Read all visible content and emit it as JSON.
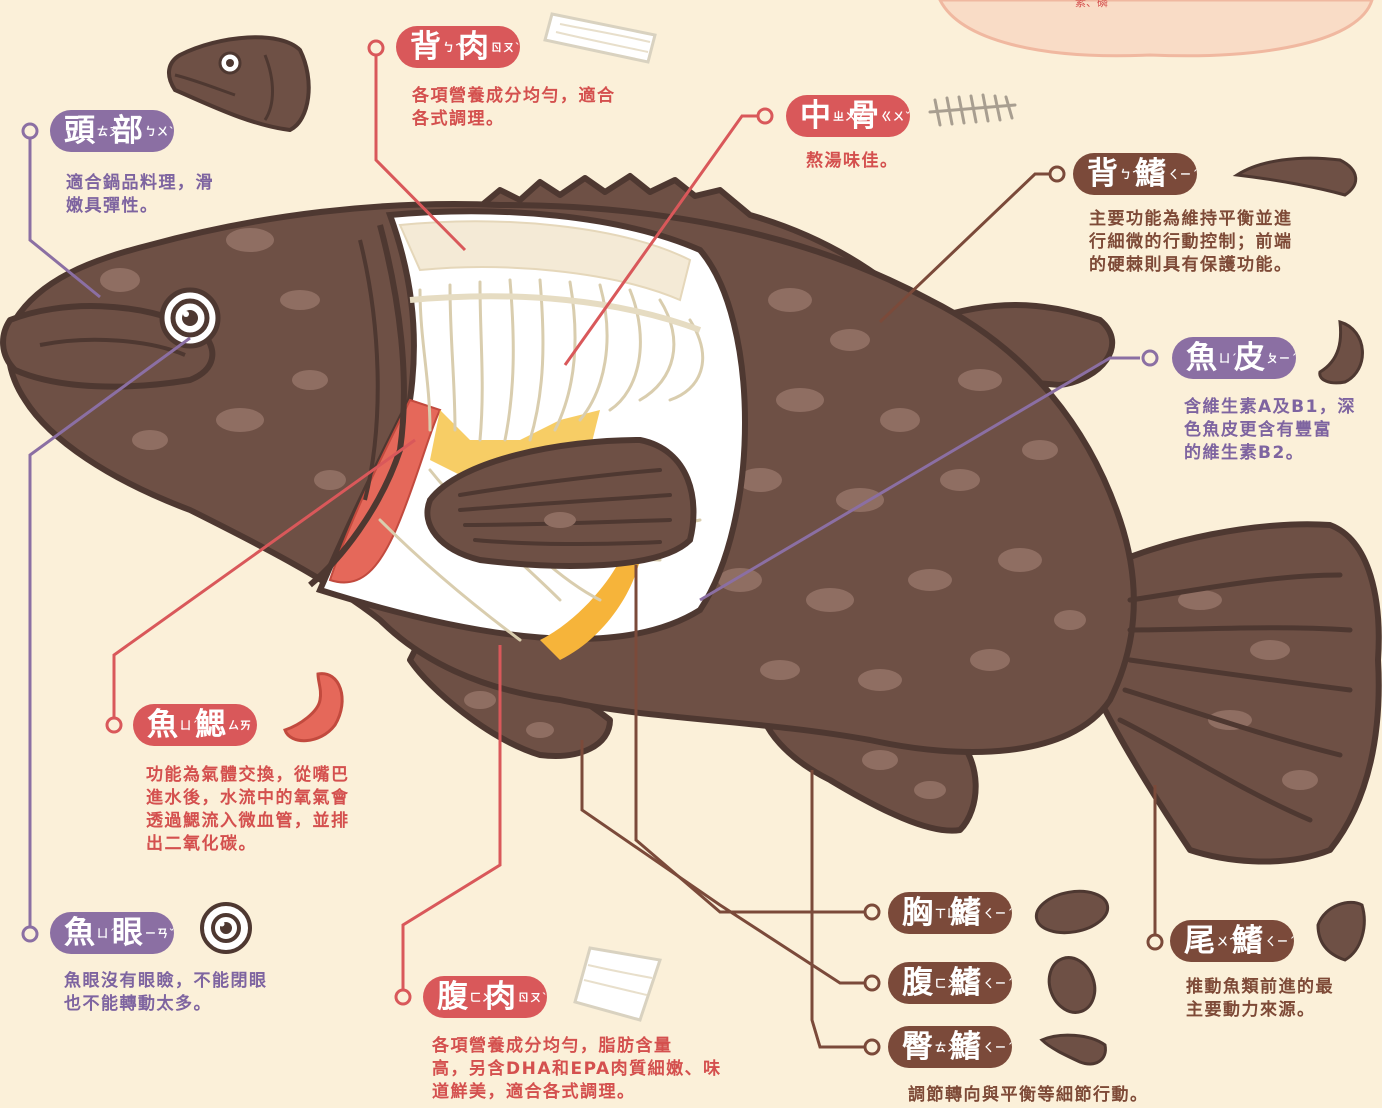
{
  "labels": {
    "head": {
      "chars": [
        "頭",
        "部"
      ],
      "zhuyin": [
        "ㄊㄡˊ",
        "ㄅㄨˋ"
      ],
      "desc": "適合鍋品料理，滑\n嫩具彈性。"
    },
    "back_meat": {
      "chars": [
        "背",
        "肉"
      ],
      "zhuyin": [
        "ㄅㄟˋ",
        "ㄖㄡˋ"
      ],
      "desc": "各項營養成分均勻，適合\n各式調理。"
    },
    "spine": {
      "chars": [
        "中",
        "骨"
      ],
      "zhuyin": [
        "ㄓㄨㄥ",
        "ㄍㄨˇ"
      ],
      "desc": "熬湯味佳。"
    },
    "dorsal_fin": {
      "chars": [
        "背",
        "鰭"
      ],
      "zhuyin": [
        "ㄅㄟˋ",
        "ㄑㄧˊ"
      ],
      "desc": "主要功能為維持平衡並進\n行細微的行動控制；前端\n的硬棘則具有保護功能。"
    },
    "skin": {
      "chars": [
        "魚",
        "皮"
      ],
      "zhuyin": [
        "ㄩˊ",
        "ㄆㄧˊ"
      ],
      "desc": "含維生素A及B1，深\n色魚皮更含有豐富\n的維生素B2。"
    },
    "gill": {
      "chars": [
        "魚",
        "鰓"
      ],
      "zhuyin": [
        "ㄩˊ",
        "ㄙㄞ"
      ],
      "desc": "功能為氣體交換，從嘴巴\n進水後，水流中的氧氣會\n透過鰓流入微血管，並排\n出二氧化碳。"
    },
    "eye": {
      "chars": [
        "魚",
        "眼"
      ],
      "zhuyin": [
        "ㄩˊ",
        "ㄧㄢˇ"
      ],
      "desc": "魚眼沒有眼瞼，不能閉眼\n也不能轉動太多。"
    },
    "belly_meat": {
      "chars": [
        "腹",
        "肉"
      ],
      "zhuyin": [
        "ㄈㄨˋ",
        "ㄖㄡˋ"
      ],
      "desc": "各項營養成分均勻，脂肪含量\n高，另含DHA和EPA肉質細嫩、味\n道鮮美，適合各式調理。"
    },
    "pectoral_fin": {
      "chars": [
        "胸",
        "鰭"
      ],
      "zhuyin": [
        "ㄒㄩㄥ",
        "ㄑㄧˊ"
      ]
    },
    "pelvic_fin": {
      "chars": [
        "腹",
        "鰭"
      ],
      "zhuyin": [
        "ㄈㄨˋ",
        "ㄑㄧˊ"
      ]
    },
    "anal_fin": {
      "chars": [
        "臀",
        "鰭"
      ],
      "zhuyin": [
        "ㄊㄨㄣˊ",
        "ㄑㄧˊ"
      ]
    },
    "tail_fin": {
      "chars": [
        "尾",
        "鰭"
      ],
      "zhuyin": [
        "ㄨㄟˇ",
        "ㄑㄧˊ"
      ],
      "desc": "推動魚類前進的最\n主要動力來源。"
    },
    "fins_desc": "調節轉向與平衡等細節行動。",
    "corner_text": "素、磷"
  },
  "colors": {
    "background": "#FBF0D9",
    "fish_body": "#6E5045",
    "fish_outline": "#4E3831",
    "spots": "#8F6E62",
    "meat": "#FFFFFF",
    "purple": "#8B6FA3",
    "red": "#D9585A",
    "brown": "#7B4A3A"
  }
}
